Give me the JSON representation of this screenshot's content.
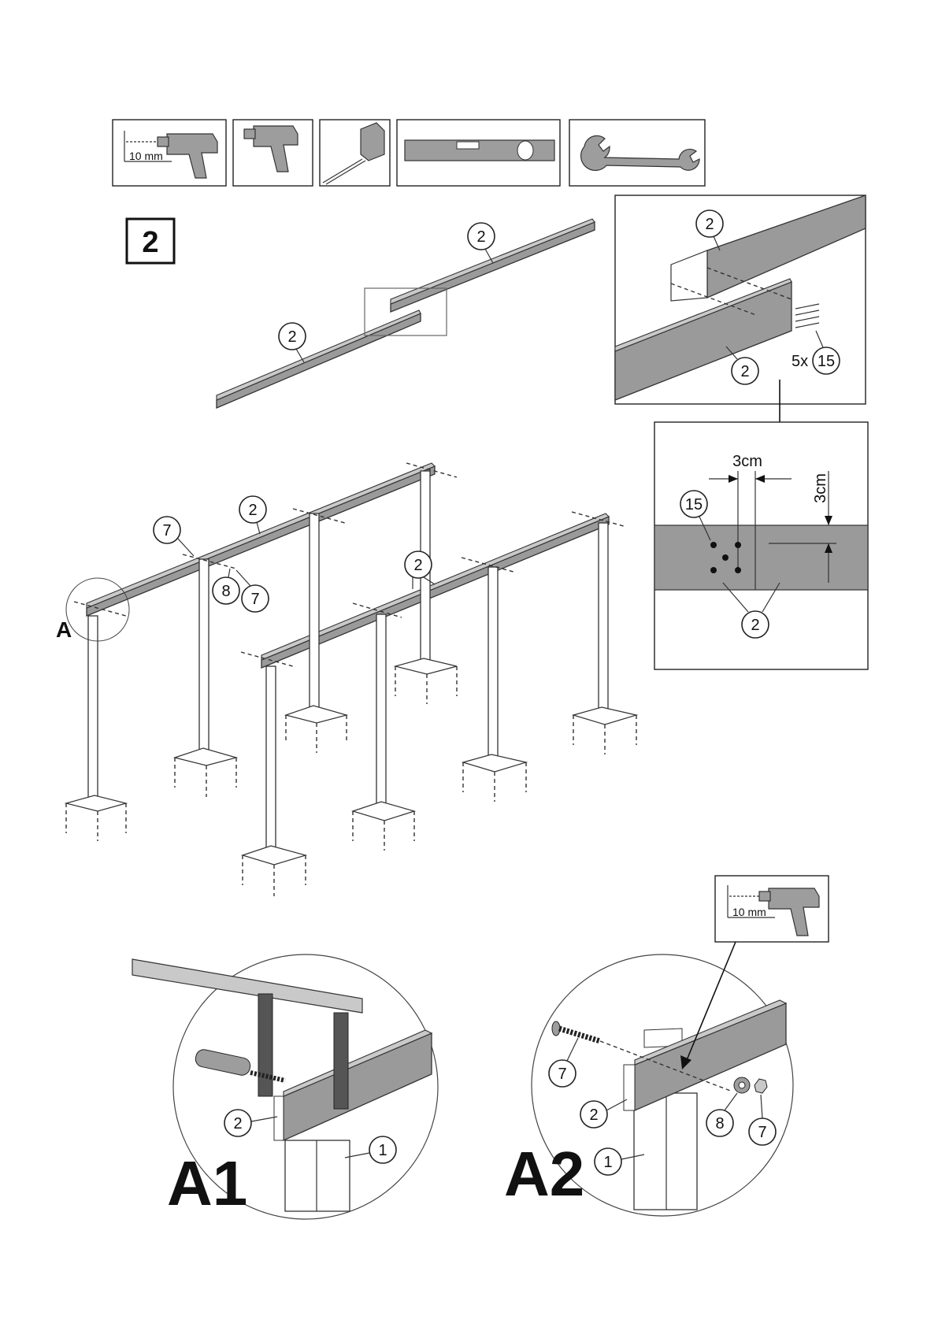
{
  "step": {
    "number": "2"
  },
  "tools": {
    "drill_bit_label": "10 mm",
    "items": [
      {
        "icon": "drill-10mm-icon"
      },
      {
        "icon": "drill-icon"
      },
      {
        "icon": "tape-measure-icon"
      },
      {
        "icon": "spirit-level-icon"
      },
      {
        "icon": "wrench-icon"
      }
    ]
  },
  "parts": {
    "post": "1",
    "beam": "2",
    "bolt": "7",
    "washer": "8",
    "nut": "7",
    "screw": "15"
  },
  "detail_joint": {
    "beam_upper_label": "2",
    "beam_lower_label": "2",
    "screw_qty_prefix": "5x",
    "screw_label": "15"
  },
  "detail_dimensions": {
    "horizontal": "3cm",
    "vertical": "3cm",
    "screw_label": "15",
    "beam_label": "2"
  },
  "callouts": {
    "detail_a": "A",
    "detail_a1": "A1",
    "detail_a2": "A2"
  },
  "drill_inset": {
    "bit_label": "10 mm"
  },
  "colors": {
    "beam": "#9a9a9a",
    "outline": "#333333"
  }
}
